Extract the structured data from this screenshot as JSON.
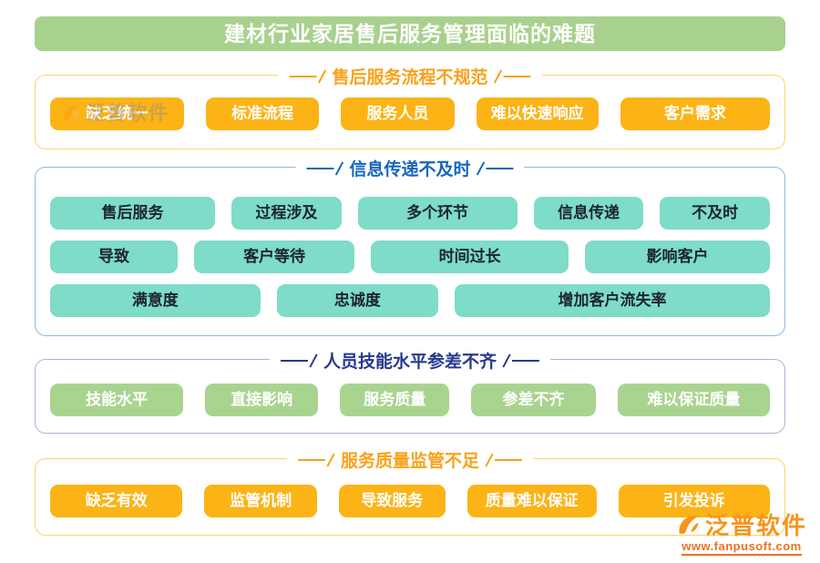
{
  "header": {
    "title": "建材行业家居售后服务管理面临的难题"
  },
  "sections": [
    {
      "title": "售后服务流程不规范",
      "theme": "orange",
      "rows": [
        [
          "缺乏统一",
          "标准流程",
          "服务人员",
          "难以快速响应",
          "客户需求"
        ]
      ]
    },
    {
      "title": "信息传递不及时",
      "theme": "teal",
      "rows": [
        [
          "售后服务",
          "过程涉及",
          "多个环节",
          "信息传递",
          "不及时"
        ],
        [
          "导致",
          "客户等待",
          "时间过长",
          "影响客户"
        ],
        [
          "满意度",
          "忠诚度",
          "增加客户流失率"
        ]
      ]
    },
    {
      "title": "人员技能水平参差不齐",
      "theme": "green",
      "rows": [
        [
          "技能水平",
          "直接影响",
          "服务质量",
          "参差不齐",
          "难以保证质量"
        ]
      ]
    },
    {
      "title": "服务质量监管不足",
      "theme": "orange",
      "rows": [
        [
          "缺乏有效",
          "监管机制",
          "导致服务",
          "质量难以保证",
          "引发投诉"
        ]
      ]
    }
  ],
  "watermark": {
    "text": "泛普软件"
  },
  "logo": {
    "name": "泛普软件",
    "url": "www.fanpusoft.com"
  },
  "colors": {
    "header_bg": "#a9d18e",
    "orange_chip": "#fcb315",
    "orange_title": "#f9a11b",
    "orange_border": "#f8d66a",
    "teal_chip": "#7edcc8",
    "blue_title": "#1566c0",
    "blue_border": "#8bb8e8",
    "green_chip": "#a9d48f",
    "navy_title": "#27398f",
    "lavender_border": "#b7aedd",
    "logo_orange": "#f7941d"
  }
}
